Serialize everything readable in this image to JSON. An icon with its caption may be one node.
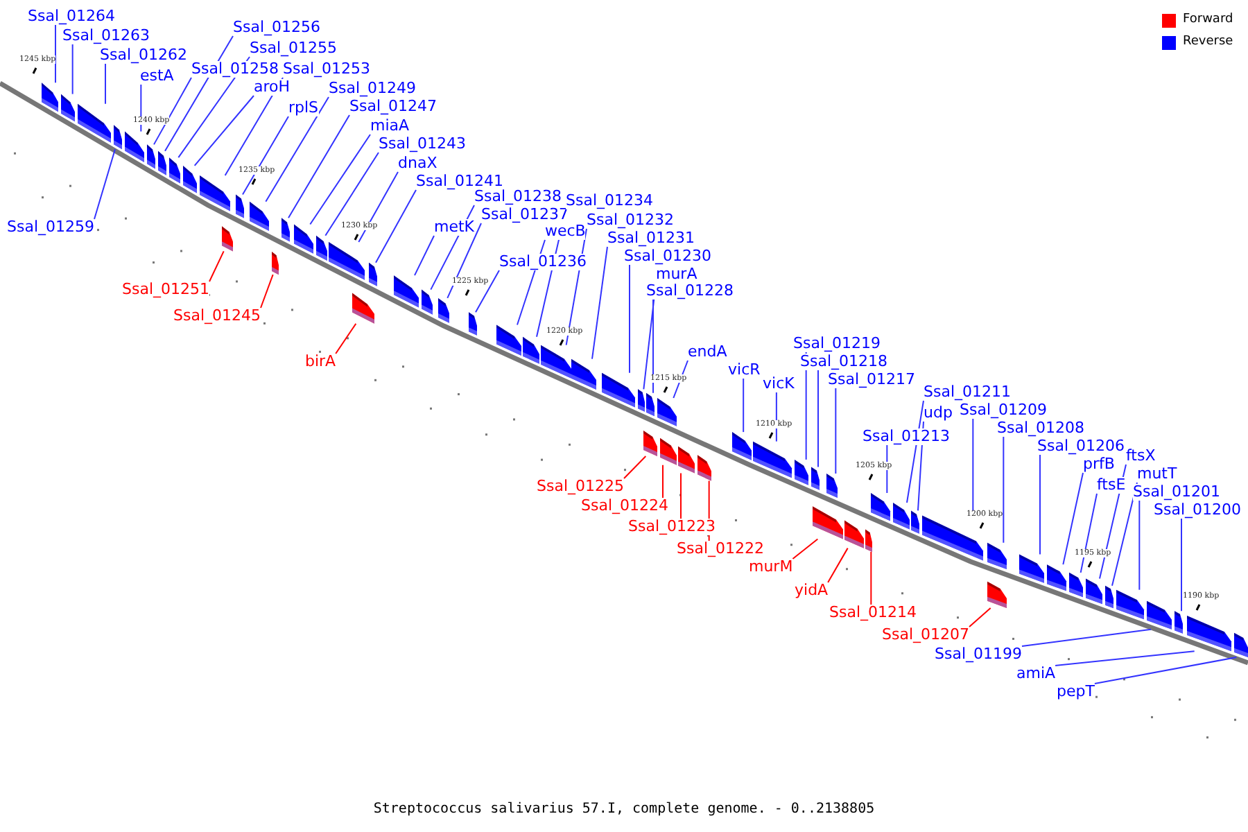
{
  "diagram": {
    "caption": "Streptococcus salivarius 57.I, complete genome. - 0..2138805",
    "nodes": [
      {
        "text": [
          "Ssal_01264"
        ]
      },
      {
        "text": [
          "Ssal_01263"
        ]
      },
      {
        "text": [
          "Ssal_01262"
        ]
      },
      {
        "text": [
          "estA"
        ]
      },
      {
        "text": [
          "Ssal_01256"
        ]
      },
      {
        "text": [
          "Ssal_01255"
        ]
      },
      {
        "text": [
          "Ssal_01258"
        ]
      },
      {
        "text": [
          "Ssal_01253"
        ]
      },
      {
        "text": [
          "aroH"
        ]
      },
      {
        "text": [
          "rplS"
        ]
      },
      {
        "text": [
          "Ssal_01249"
        ]
      },
      {
        "text": [
          "Ssal_01247"
        ]
      },
      {
        "text": [
          "miaA"
        ]
      },
      {
        "text": [
          "Ssal_01243"
        ]
      },
      {
        "text": [
          "dnaX"
        ]
      },
      {
        "text": [
          "Ssal_01241"
        ]
      },
      {
        "text": [
          "Ssal_01259"
        ]
      },
      {
        "text": [
          "metK"
        ]
      },
      {
        "text": [
          "Ssal_01238"
        ]
      },
      {
        "text": [
          "Ssal_01237"
        ]
      },
      {
        "text": [
          "Ssal_01234"
        ]
      },
      {
        "text": [
          "Ssal_01232"
        ]
      },
      {
        "text": [
          "wecB"
        ]
      },
      {
        "text": [
          "Ssal_01231"
        ]
      },
      {
        "text": [
          "Ssal_01230"
        ]
      },
      {
        "text": [
          "murA"
        ]
      },
      {
        "text": [
          "Ssal_01228"
        ]
      },
      {
        "text": [
          "Ssal_01236"
        ]
      },
      {
        "text": [
          "endA"
        ]
      },
      {
        "text": [
          "vicR"
        ]
      },
      {
        "text": [
          "vicK"
        ]
      },
      {
        "text": [
          "Ssal_01219"
        ]
      },
      {
        "text": [
          "Ssal_01218"
        ]
      },
      {
        "text": [
          "Ssal_01217"
        ]
      },
      {
        "text": [
          "Ssal_01213"
        ]
      },
      {
        "text": [
          "Ssal_01211"
        ]
      },
      {
        "text": [
          "udp"
        ]
      },
      {
        "text": [
          "Ssal_01209"
        ]
      },
      {
        "text": [
          "Ssal_01208"
        ]
      },
      {
        "text": [
          "Ssal_01206"
        ]
      },
      {
        "text": [
          "prfB"
        ]
      },
      {
        "text": [
          "ftsE"
        ]
      },
      {
        "text": [
          "ftsX"
        ]
      },
      {
        "text": [
          "mutT"
        ]
      },
      {
        "text": [
          "Ssal_01201"
        ]
      },
      {
        "text": [
          "Ssal_01200"
        ]
      },
      {
        "text": [
          "Ssal_01199"
        ]
      },
      {
        "text": [
          "amiA"
        ]
      },
      {
        "text": [
          "pepT"
        ]
      },
      {
        "text": [
          "Ssal_01251"
        ]
      },
      {
        "text": [
          "Ssal_01245"
        ]
      },
      {
        "text": [
          "birA"
        ]
      },
      {
        "text": [
          "Ssal_01225"
        ]
      },
      {
        "text": [
          "Ssal_01224"
        ]
      },
      {
        "text": [
          "Ssal_01223"
        ]
      },
      {
        "text": [
          "Ssal_01222"
        ]
      },
      {
        "text": [
          "murM"
        ]
      },
      {
        "text": [
          "yidA"
        ]
      },
      {
        "text": [
          "Ssal_01214"
        ]
      },
      {
        "text": [
          "Ssal_01207"
        ]
      },
      {
        "text": [],
        "shape": "box"
      },
      {
        "text": [],
        "shape": "box"
      },
      {
        "text": [],
        "shape": "box"
      },
      {
        "text": [],
        "shape": "box"
      },
      {
        "text": [],
        "shape": "box"
      },
      {
        "text": [],
        "shape": "box"
      },
      {
        "text": [],
        "shape": "box"
      },
      {
        "text": [],
        "shape": "box"
      },
      {
        "text": [],
        "shape": "box"
      },
      {
        "text": [],
        "shape": "box"
      },
      {
        "text": [],
        "shape": "box"
      },
      {
        "text": [],
        "shape": "box"
      },
      {
        "text": [],
        "shape": "box"
      },
      {
        "text": [],
        "shape": "box"
      },
      {
        "text": [],
        "shape": "box"
      },
      {
        "text": [],
        "shape": "box"
      },
      {
        "text": [],
        "shape": "box"
      },
      {
        "text": [],
        "shape": "box"
      },
      {
        "text": [],
        "shape": "box"
      },
      {
        "text": [],
        "shape": "box"
      },
      {
        "text": [],
        "shape": "box"
      },
      {
        "text": [],
        "shape": "box"
      },
      {
        "text": [],
        "shape": "box"
      },
      {
        "text": [],
        "shape": "box"
      },
      {
        "text": [],
        "shape": "box"
      },
      {
        "text": [],
        "shape": "box"
      },
      {
        "text": [],
        "shape": "box"
      },
      {
        "text": [],
        "shape": "box"
      },
      {
        "text": [],
        "shape": "box"
      },
      {
        "text": [],
        "shape": "box"
      },
      {
        "text": [],
        "shape": "box"
      },
      {
        "text": [],
        "shape": "box"
      },
      {
        "text": [],
        "shape": "box"
      },
      {
        "text": [],
        "shape": "box"
      },
      {
        "text": [],
        "shape": "box"
      },
      {
        "text": [],
        "shape": "box"
      },
      {
        "text": [],
        "shape": "box"
      },
      {
        "text": [],
        "shape": "box"
      },
      {
        "text": [],
        "shape": "box"
      },
      {
        "text": [],
        "shape": "box"
      },
      {
        "text": [],
        "shape": "box"
      },
      {
        "text": [],
        "shape": "box"
      },
      {
        "text": [],
        "shape": "box"
      },
      {
        "text": [],
        "shape": "box"
      },
      {
        "text": [],
        "shape": "box"
      },
      {
        "text": [],
        "shape": "box"
      },
      {
        "text": [],
        "shape": "box"
      },
      {
        "text": [],
        "shape": "box"
      },
      {
        "text": [],
        "shape": "box"
      },
      {
        "text": [],
        "shape": "box"
      },
      {
        "text": [],
        "shape": "box"
      },
      {
        "text": [],
        "shape": "box"
      },
      {
        "text": [],
        "shape": "box"
      },
      {
        "text": [],
        "shape": "box"
      },
      {
        "text": [],
        "shape": "box"
      },
      {
        "text": [],
        "shape": "box"
      },
      {
        "text": [],
        "shape": "box"
      },
      {
        "text": [],
        "shape": "box"
      },
      {
        "text": [],
        "shape": "box"
      },
      {
        "text": [],
        "shape": "box"
      }
    ],
    "edges": [
      {
        "from": 0,
        "to": 60,
        "arrow": "none"
      },
      {
        "from": 1,
        "to": 61,
        "arrow": "none"
      },
      {
        "from": 2,
        "to": 62,
        "arrow": "none"
      },
      {
        "from": 3,
        "to": 64,
        "arrow": "none"
      },
      {
        "from": 4,
        "to": 66,
        "arrow": "none"
      },
      {
        "from": 5,
        "to": 67,
        "arrow": "none"
      },
      {
        "from": 6,
        "to": 65,
        "arrow": "none"
      },
      {
        "from": 7,
        "to": 69,
        "arrow": "none"
      },
      {
        "from": 8,
        "to": 68,
        "arrow": "none"
      },
      {
        "from": 9,
        "to": 71,
        "arrow": "none"
      },
      {
        "from": 10,
        "to": 72,
        "arrow": "none"
      },
      {
        "from": 11,
        "to": 74,
        "arrow": "none"
      },
      {
        "from": 12,
        "to": 75,
        "arrow": "none"
      },
      {
        "from": 13,
        "to": 76,
        "arrow": "none"
      },
      {
        "from": 14,
        "to": 77,
        "arrow": "none"
      },
      {
        "from": 15,
        "to": 79,
        "arrow": "none"
      },
      {
        "from": 16,
        "to": 63,
        "arrow": "none"
      },
      {
        "from": 17,
        "to": 80,
        "arrow": "none"
      },
      {
        "from": 18,
        "to": 81,
        "arrow": "none"
      },
      {
        "from": 19,
        "to": 82,
        "arrow": "none"
      },
      {
        "from": 20,
        "to": 85,
        "arrow": "none"
      },
      {
        "from": 21,
        "to": 86,
        "arrow": "none"
      },
      {
        "from": 22,
        "to": 84,
        "arrow": "none"
      },
      {
        "from": 23,
        "to": 87,
        "arrow": "none"
      },
      {
        "from": 24,
        "to": 88,
        "arrow": "none"
      },
      {
        "from": 25,
        "to": 89,
        "arrow": "none"
      },
      {
        "from": 26,
        "to": 91,
        "arrow": "none"
      },
      {
        "from": 27,
        "to": 83,
        "arrow": "none"
      },
      {
        "from": 28,
        "to": 93,
        "arrow": "none"
      },
      {
        "from": 29,
        "to": 96,
        "arrow": "none"
      },
      {
        "from": 30,
        "to": 97,
        "arrow": "none"
      },
      {
        "from": 31,
        "to": 98,
        "arrow": "none"
      },
      {
        "from": 32,
        "to": 99,
        "arrow": "none"
      },
      {
        "from": 33,
        "to": 101,
        "arrow": "none"
      },
      {
        "from": 34,
        "to": 104,
        "arrow": "none"
      },
      {
        "from": 35,
        "to": 105,
        "arrow": "none"
      },
      {
        "from": 36,
        "to": 106,
        "arrow": "none"
      },
      {
        "from": 37,
        "to": 107,
        "arrow": "none"
      },
      {
        "from": 38,
        "to": 109,
        "arrow": "none"
      },
      {
        "from": 39,
        "to": 110,
        "arrow": "none"
      },
      {
        "from": 40,
        "to": 111,
        "arrow": "none"
      },
      {
        "from": 41,
        "to": 112,
        "arrow": "none"
      },
      {
        "from": 42,
        "to": 113,
        "arrow": "none"
      },
      {
        "from": 43,
        "to": 114,
        "arrow": "none"
      },
      {
        "from": 44,
        "to": 115,
        "arrow": "none"
      },
      {
        "from": 45,
        "to": 117,
        "arrow": "none"
      },
      {
        "from": 46,
        "to": 116,
        "arrow": "none"
      },
      {
        "from": 47,
        "to": 118,
        "arrow": "none"
      },
      {
        "from": 48,
        "to": 119,
        "arrow": "none"
      },
      {
        "from": 49,
        "to": 70,
        "arrow": "none",
        "color": "#ff0000"
      },
      {
        "from": 50,
        "to": 73,
        "arrow": "none",
        "color": "#ff0000"
      },
      {
        "from": 51,
        "to": 78,
        "arrow": "none",
        "color": "#ff0000"
      },
      {
        "from": 52,
        "to": 90,
        "arrow": "none",
        "color": "#ff0000"
      },
      {
        "from": 53,
        "to": 92,
        "arrow": "none",
        "color": "#ff0000"
      },
      {
        "from": 54,
        "to": 94,
        "arrow": "none",
        "color": "#ff0000"
      },
      {
        "from": 55,
        "to": 95,
        "arrow": "none",
        "color": "#ff0000"
      },
      {
        "from": 56,
        "to": 100,
        "arrow": "none",
        "color": "#ff0000"
      },
      {
        "from": 57,
        "to": 102,
        "arrow": "none",
        "color": "#ff0000"
      },
      {
        "from": 58,
        "to": 103,
        "arrow": "none",
        "color": "#ff0000"
      },
      {
        "from": 59,
        "to": 108,
        "arrow": "none",
        "color": "#ff0000"
      }
    ],
    "labels": [
      "1245 kbp",
      "1240 kbp",
      "1235 kbp",
      "1230 kbp",
      "1225 kbp",
      "1220 kbp",
      "1215 kbp",
      "1210 kbp",
      "1205 kbp",
      "1200 kbp",
      "1195 kbp",
      "1190 kbp"
    ],
    "legend": [
      {
        "text": "Forward",
        "color": "#ff0000"
      },
      {
        "text": "Reverse",
        "color": "#0000ff"
      }
    ]
  }
}
